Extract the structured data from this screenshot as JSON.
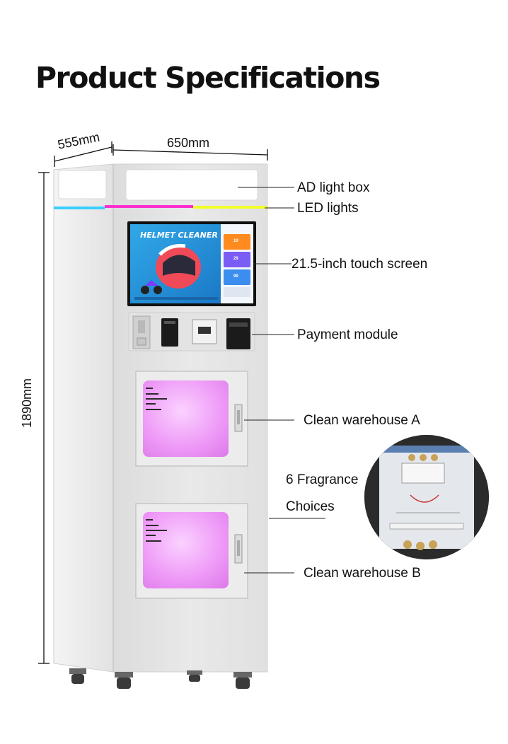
{
  "title": "Product Specifications",
  "dimensions": {
    "depth": "555mm",
    "width": "650mm",
    "height": "1890mm"
  },
  "labels": {
    "ad_light_box": "AD light box",
    "led_lights": "LED lights",
    "touch_screen": "21.5-inch touch screen",
    "payment_module": "Payment module",
    "clean_warehouse_a": "Clean warehouse A",
    "fragrance_line1": "6 Fragrance",
    "fragrance_line2": "Choices",
    "clean_warehouse_b": "Clean warehouse B"
  },
  "screen": {
    "heading": "HELMET CLEANER",
    "prices": [
      "19",
      "29",
      "99"
    ]
  },
  "colors": {
    "cabinet": "#e6e6e6",
    "glass": "#e98ff5",
    "led_cyan": "#3ad0ff",
    "led_magenta": "#ff2fd0",
    "led_yellow": "#f2ff2a",
    "screen_bg": "#1f8fd6"
  }
}
